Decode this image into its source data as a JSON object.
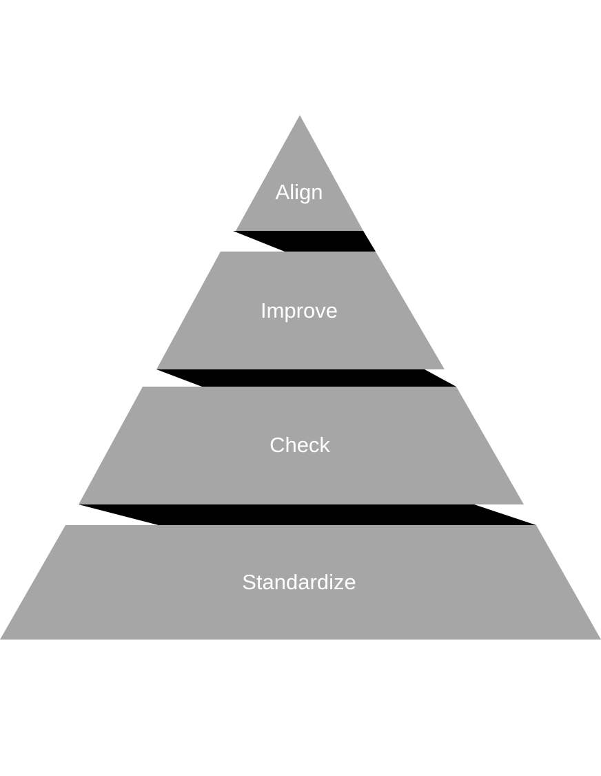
{
  "diagram": {
    "type": "pyramid",
    "colors": {
      "tier_fill": "#a6a6a6",
      "shadow_fill": "#000000",
      "label_color": "#ffffff",
      "background": "#ffffff"
    },
    "tiers": [
      {
        "label": "Align"
      },
      {
        "label": "Improve"
      },
      {
        "label": "Check"
      },
      {
        "label": "Standardize"
      }
    ]
  }
}
